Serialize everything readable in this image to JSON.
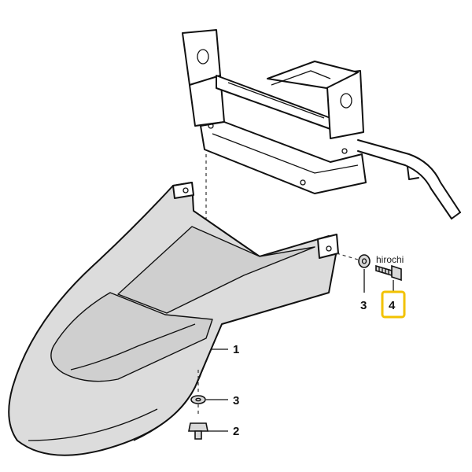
{
  "watermark": "hirochi",
  "callouts": {
    "fender": "1",
    "bolt_lower": "2",
    "washer_lower": "3",
    "washer_upper": "3",
    "bolt_upper": "4"
  },
  "colors": {
    "highlight_box": "#f2c200",
    "line": "#111111",
    "fender_fill": "#dcdcdc"
  }
}
